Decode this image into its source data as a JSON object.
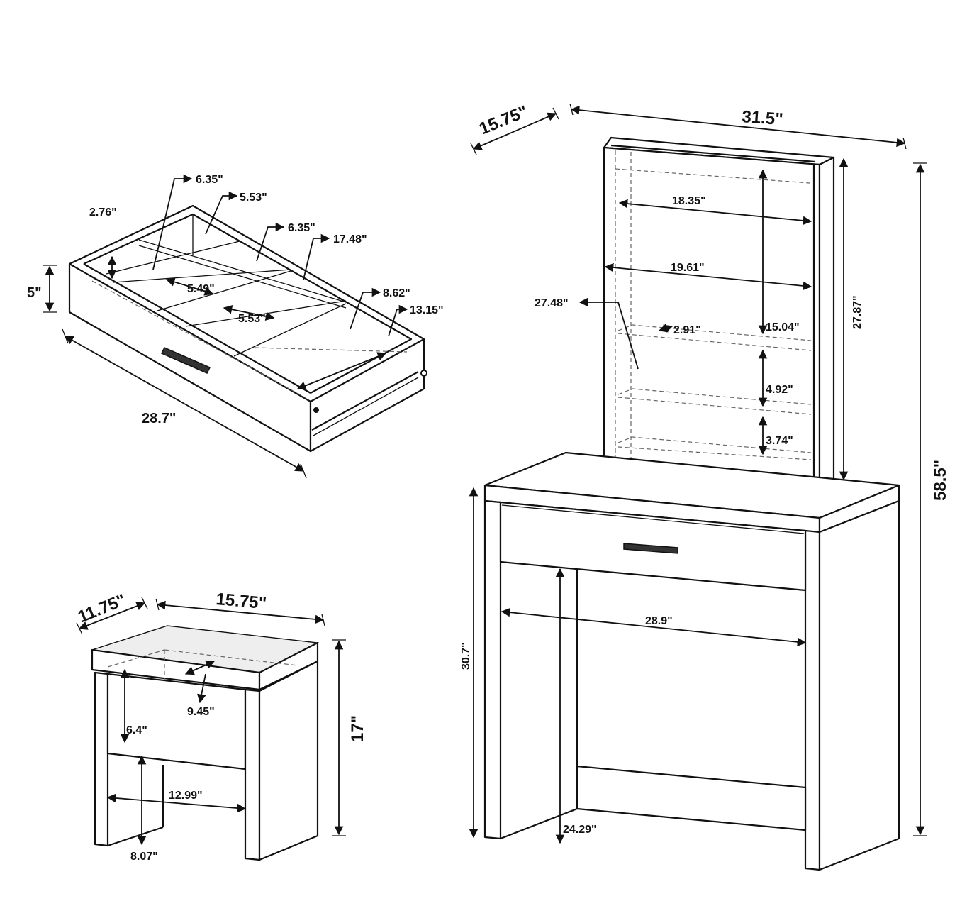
{
  "drawer": {
    "height": "5\"",
    "width": "28.7\"",
    "d1": "2.76\"",
    "d2": "6.35\"",
    "d3": "5.53\"",
    "d4": "6.35\"",
    "d5": "17.48\"",
    "d6": "5.49\"",
    "d7": "5.53\"",
    "d8": "8.62\"",
    "d9": "13.15\""
  },
  "vanity": {
    "depth": "15.75\"",
    "width": "31.5\"",
    "overall_height": "58.5\"",
    "mirror_height": "27.87\"",
    "inner_width_top": "18.35\"",
    "inner_width": "19.61\"",
    "mirror_depth": "27.48\"",
    "shelf_depth": "2.91\"",
    "upper_space": "15.04\"",
    "mid_space": "4.92\"",
    "low_space": "3.74\"",
    "table_height": "30.7\"",
    "knee_width": "28.9\"",
    "knee_height": "24.29\""
  },
  "stool": {
    "depth": "11.75\"",
    "width": "15.75\"",
    "height": "17\"",
    "seat_depth": "9.45\"",
    "seat_height": "6.4\"",
    "inner_width": "12.99\"",
    "leg_height": "8.07\""
  }
}
